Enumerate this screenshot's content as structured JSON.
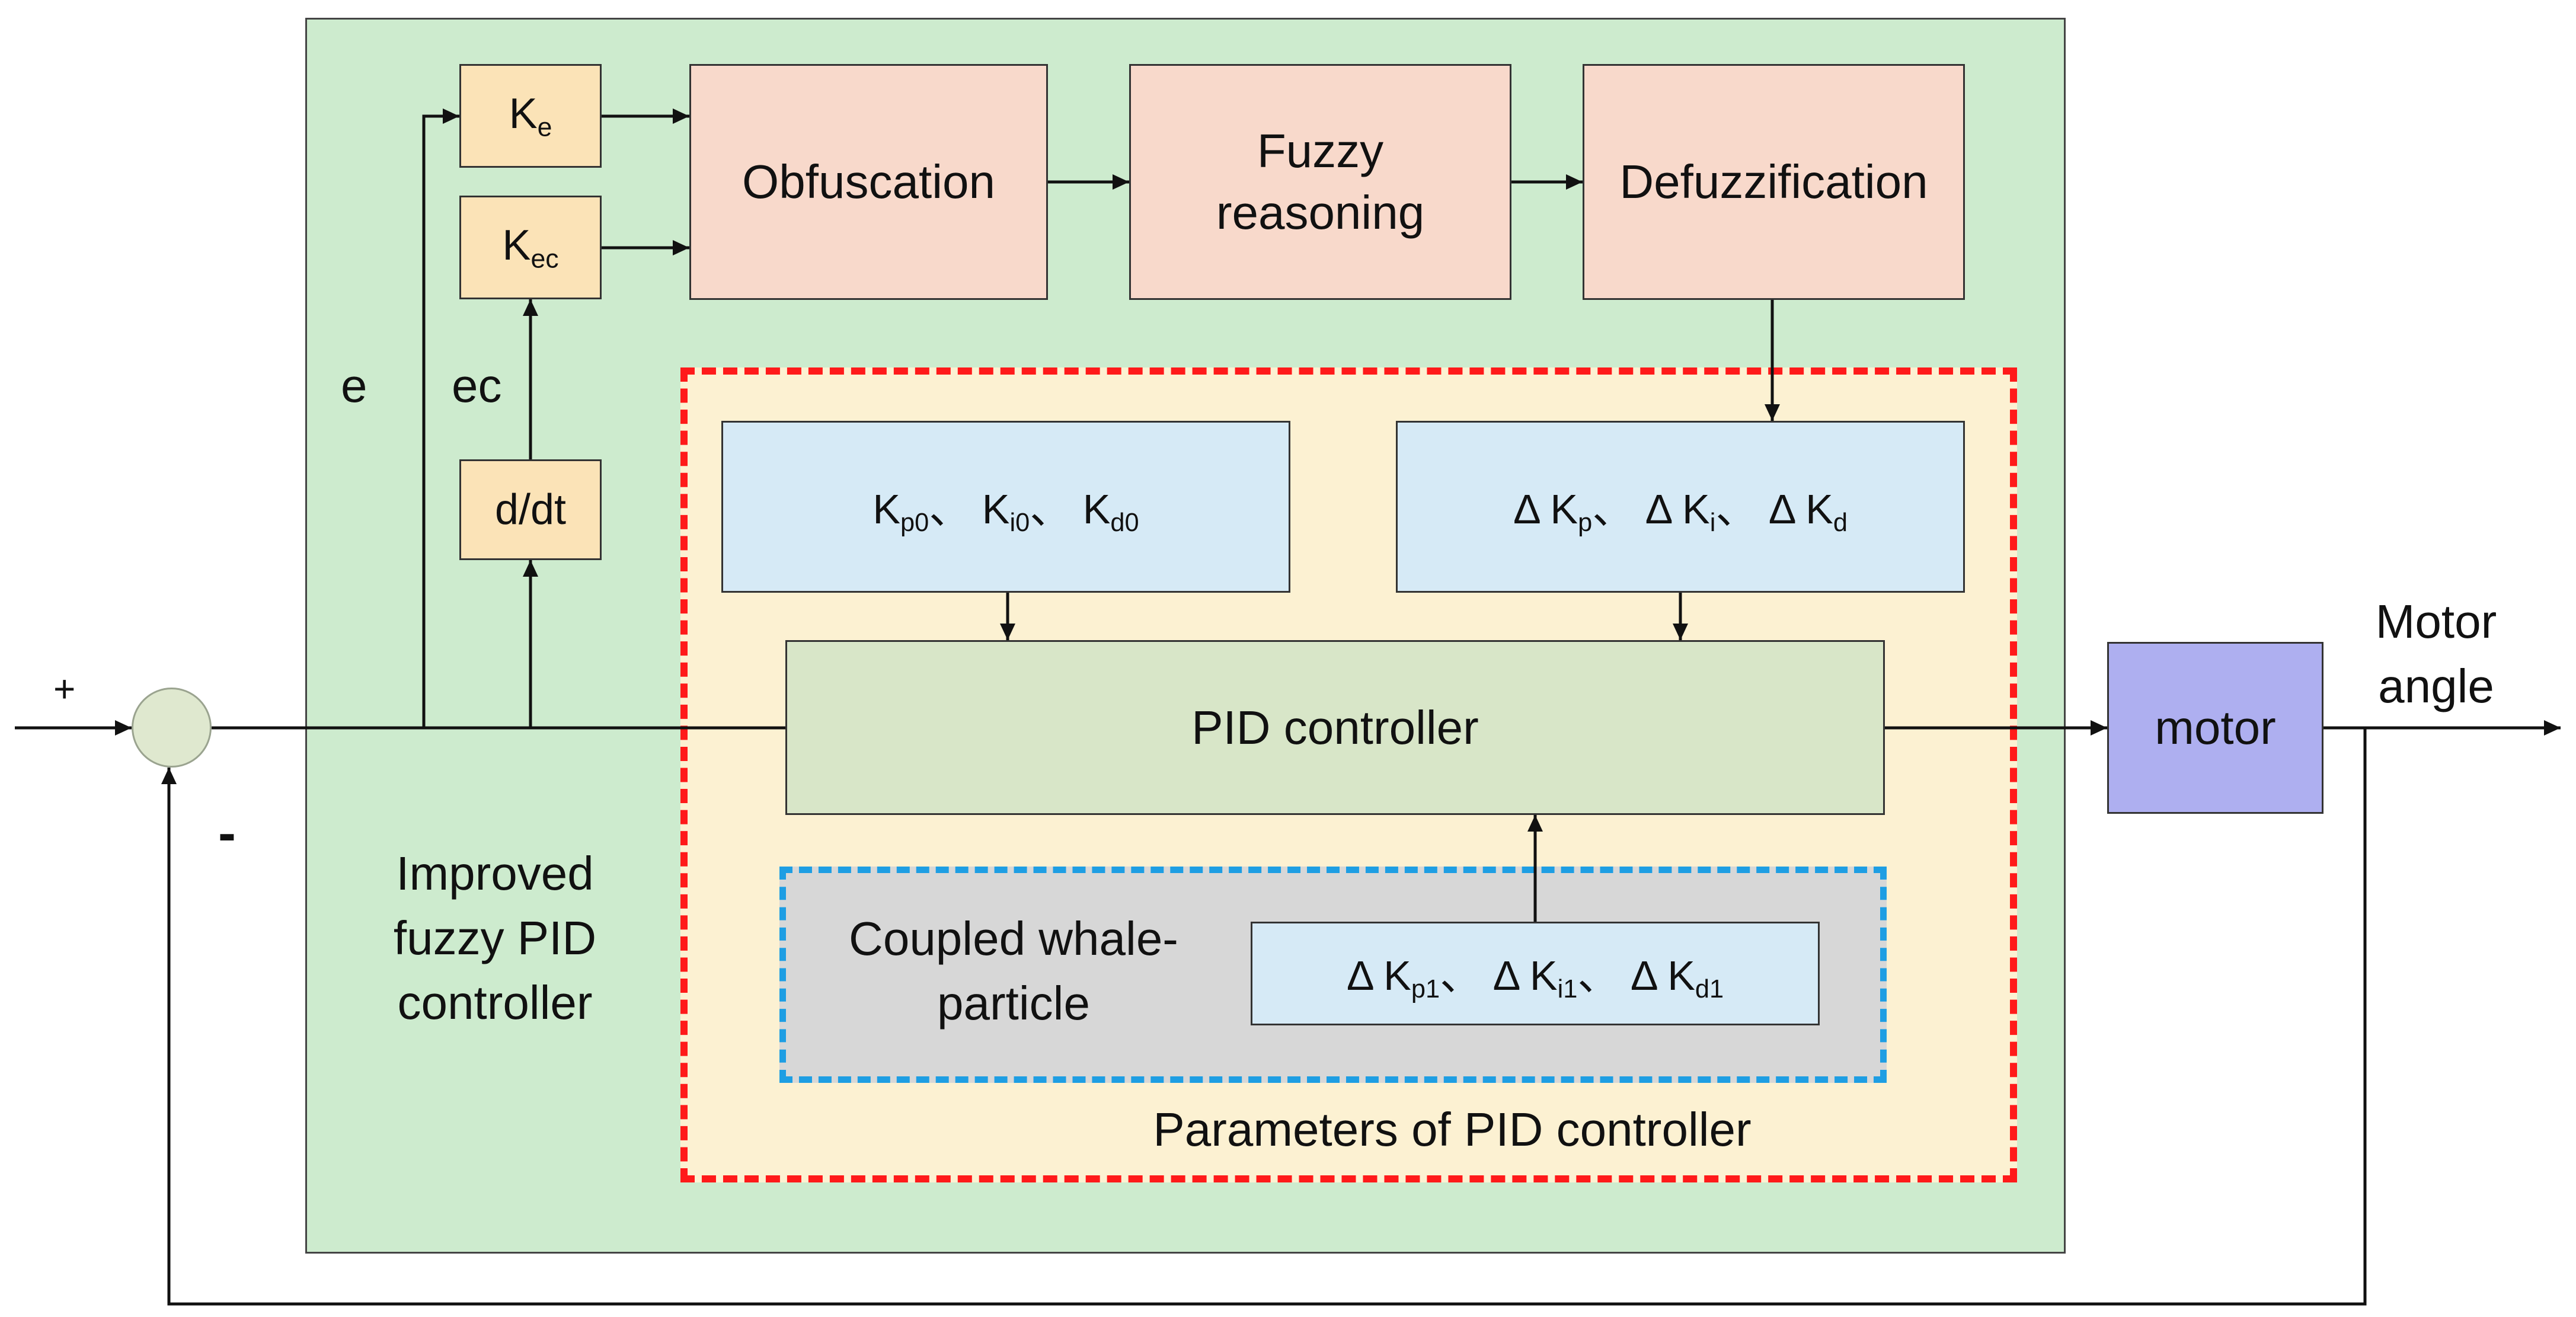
{
  "input": {
    "plus": "+",
    "minus": "-"
  },
  "signals": {
    "e": "e",
    "ec": "ec"
  },
  "gain_ke": {
    "base": "K",
    "sub": "e"
  },
  "gain_kec": {
    "base": "K",
    "sub": "ec"
  },
  "derivative": "d/dt",
  "fuzzy": {
    "obfuscation": "Obfuscation",
    "reasoning": [
      "Fuzzy",
      "reasoning"
    ],
    "defuzzification": "Defuzzification"
  },
  "initial_params": [
    {
      "base": "K",
      "sub": "p0",
      "sep": "、"
    },
    {
      "base": "K",
      "sub": "i0",
      "sep": "、"
    },
    {
      "base": "K",
      "sub": "d0",
      "sep": ""
    }
  ],
  "delta_params": [
    {
      "base": "Δ K",
      "sub": "p",
      "sep": "、"
    },
    {
      "base": "Δ K",
      "sub": "i",
      "sep": "、"
    },
    {
      "base": "Δ K",
      "sub": "d",
      "sep": ""
    }
  ],
  "pid_controller": "PID controller",
  "optimizer": {
    "label": [
      "Coupled whale-",
      "particle"
    ]
  },
  "optimizer_params": [
    {
      "base": "Δ K",
      "sub": "p1",
      "sep": "、"
    },
    {
      "base": "Δ K",
      "sub": "i1",
      "sep": "、"
    },
    {
      "base": "Δ K",
      "sub": "d1",
      "sep": ""
    }
  ],
  "pid_params_region": "Parameters of PID controller",
  "improved_controller": [
    "Improved",
    "fuzzy PID",
    "controller"
  ],
  "plant": "motor",
  "output": [
    "Motor",
    "angle"
  ],
  "colors": {
    "outer_region": "#cdebce",
    "gain_block": "#fbe3b7",
    "fuzzy_block": "#f8d9cb",
    "pid_region": "#fcf1d2",
    "pid_region_border": "#ff1a1a",
    "param_block": "#d6eaf6",
    "pid_block": "#d8e6c8",
    "optimizer_region": "#d7d7d7",
    "optimizer_border": "#1e9ee3",
    "motor_block": "#aeaff0",
    "summing_junction": "#dfe8cf"
  }
}
